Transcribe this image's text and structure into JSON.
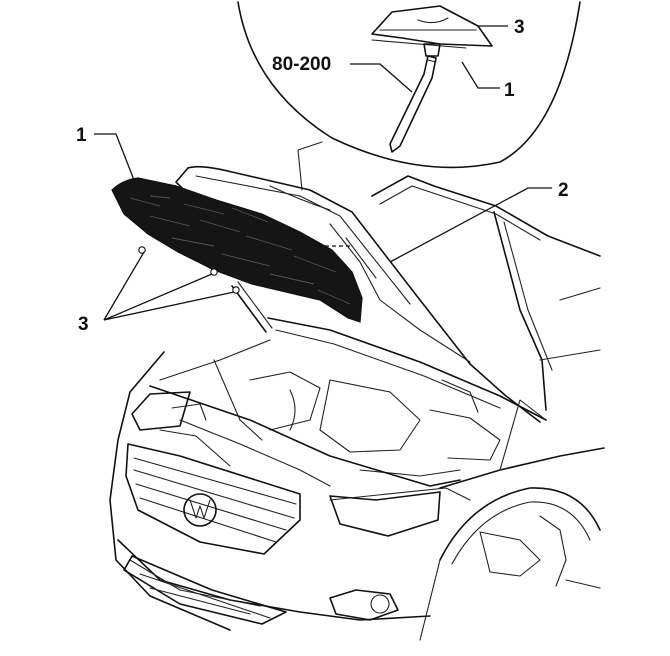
{
  "callouts": {
    "inset_tool": "80-200",
    "inset_3": "3",
    "inset_1": "1",
    "main_1": "1",
    "main_2": "2",
    "main_3": "3"
  },
  "colors": {
    "line": "#111111",
    "insulation_fill": "#151515",
    "background": "#ffffff"
  }
}
